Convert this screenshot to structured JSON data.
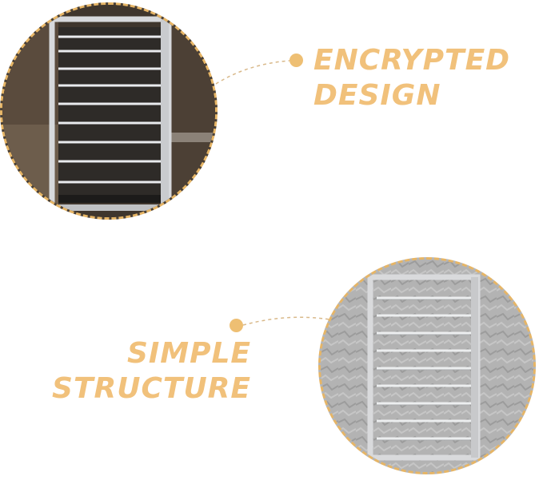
{
  "features": [
    {
      "lines": [
        "ENCRYPTED",
        "DESIGN"
      ],
      "photo": "grille-front-view"
    },
    {
      "lines": [
        "SIMPLE",
        "STRUCTURE"
      ],
      "photo": "grille-mounted-view"
    }
  ],
  "colors": {
    "accent": "#f1c17b",
    "dot": "#eebf73",
    "dashed_border": "#e6b566",
    "connector": "#d9b98a",
    "frame_metal": "#d7d9dc"
  }
}
